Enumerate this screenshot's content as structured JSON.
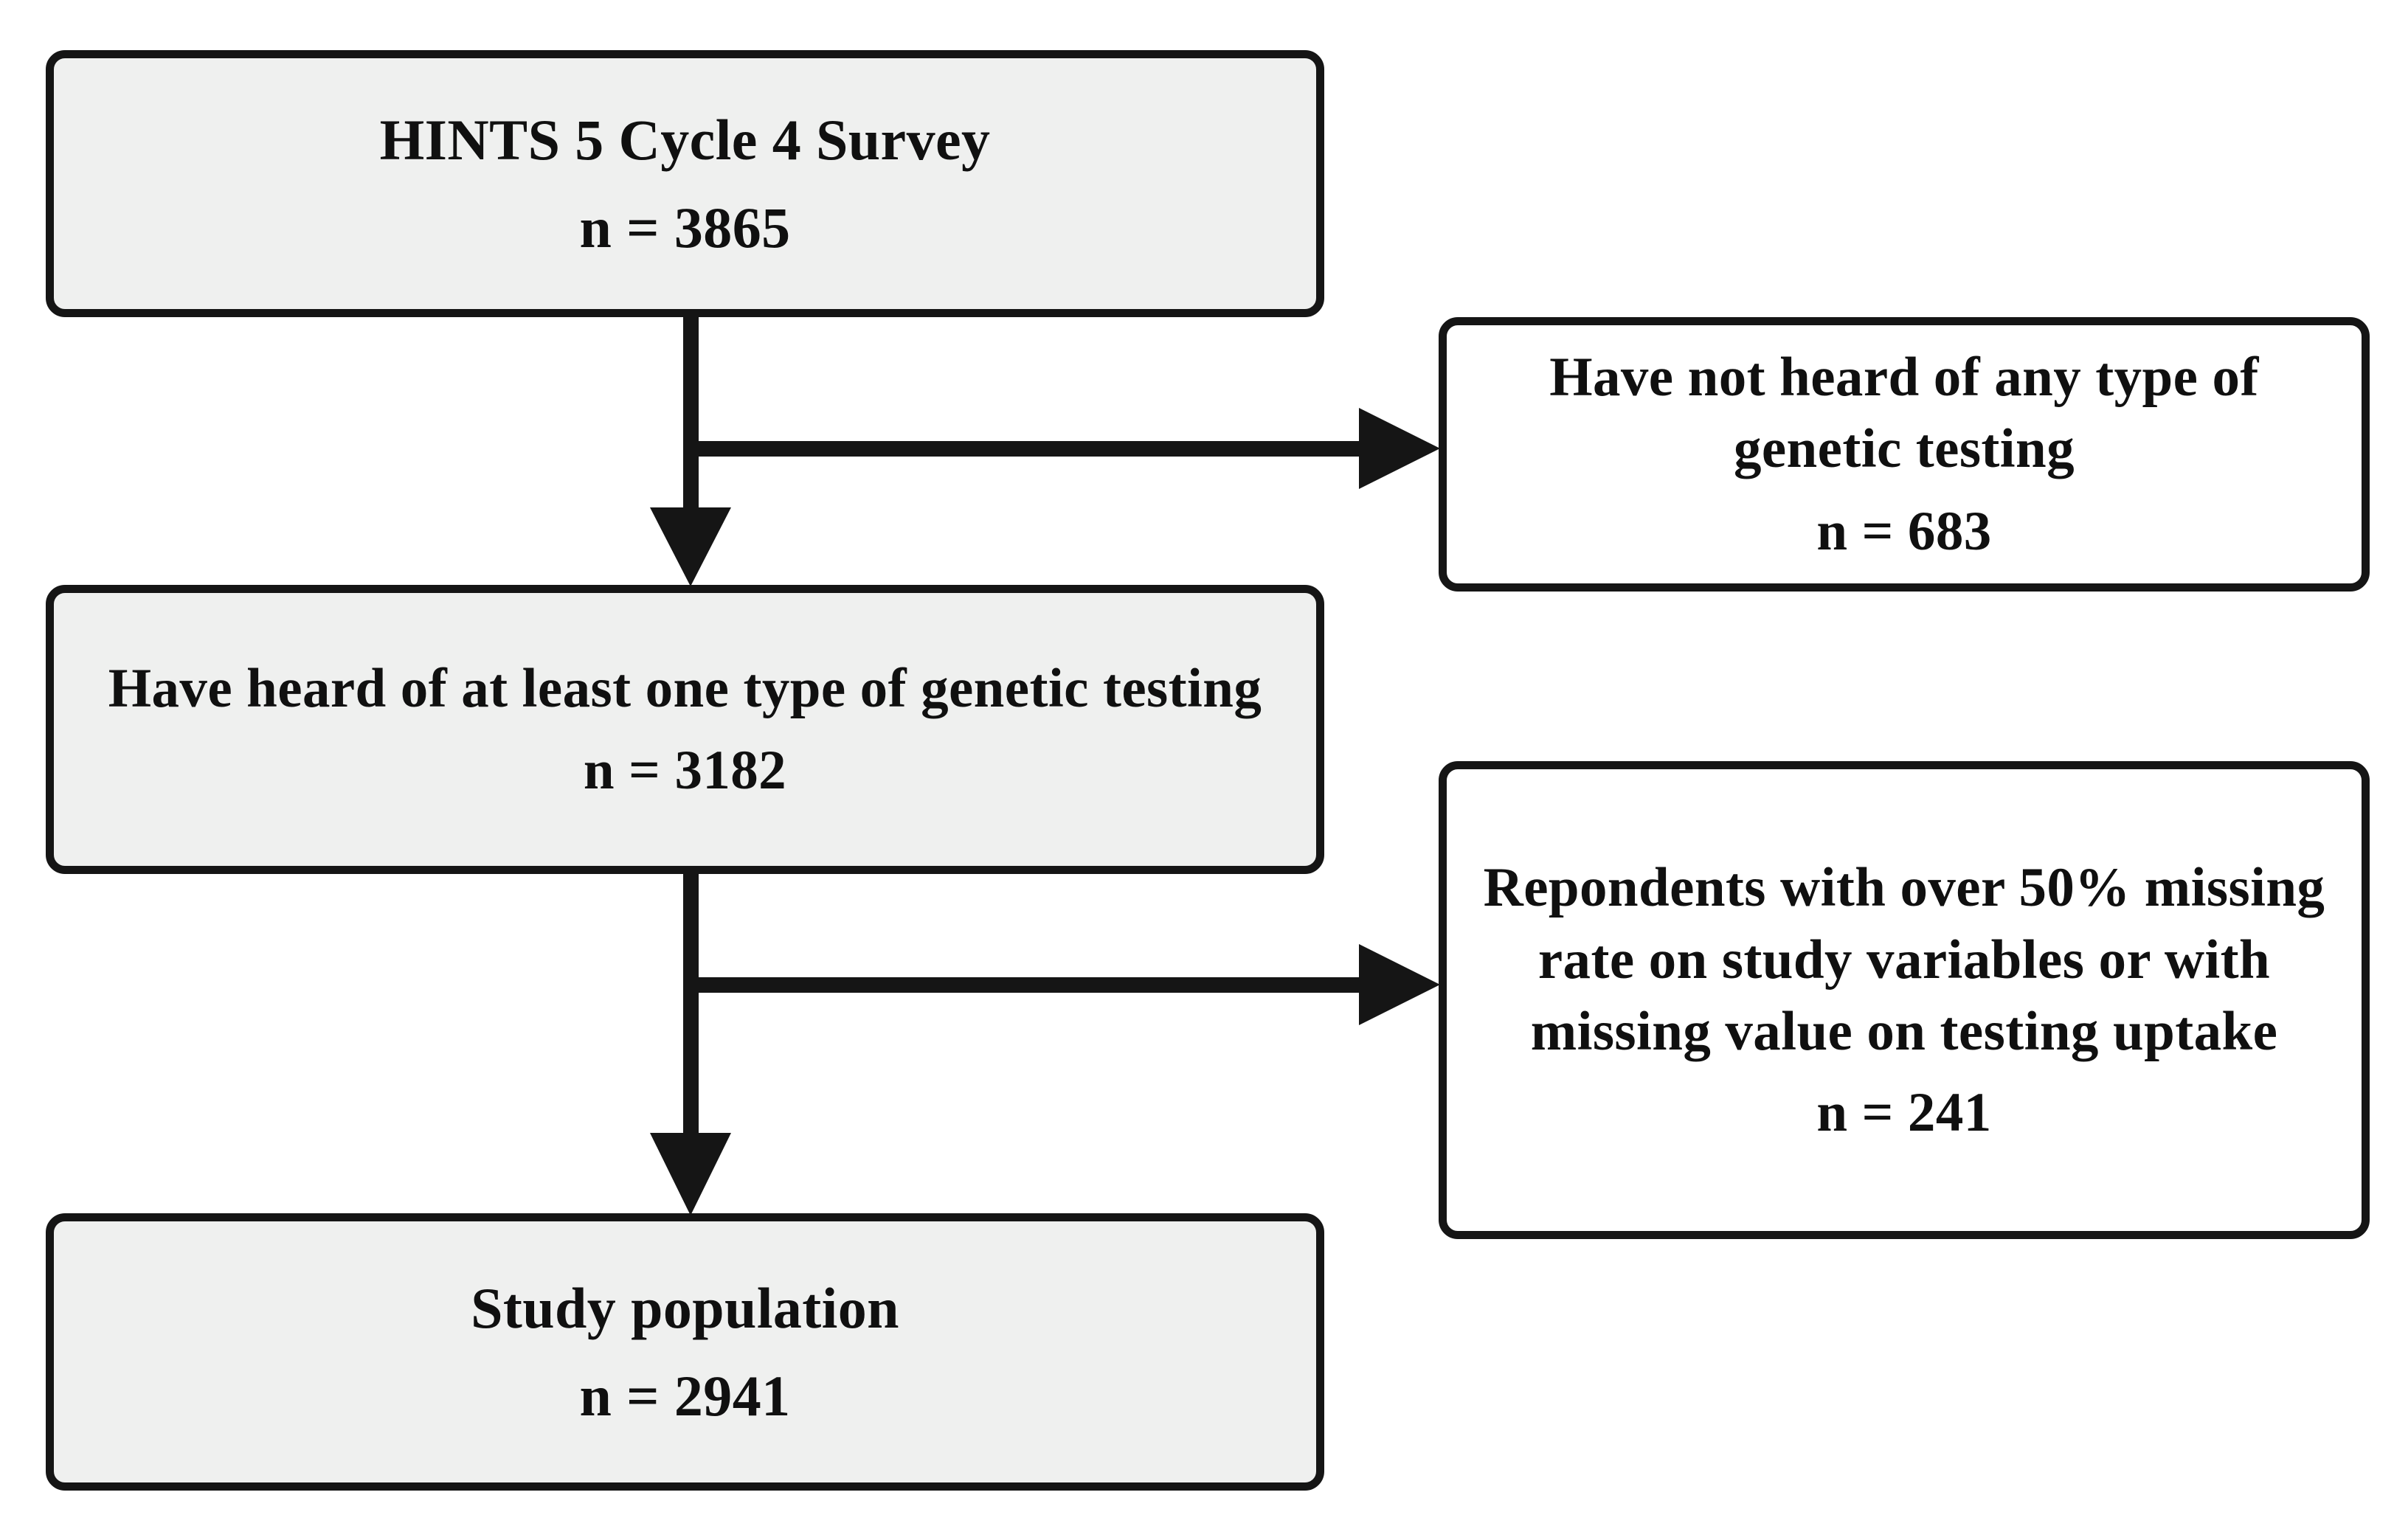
{
  "diagram": {
    "type": "study-participant-flow-chart",
    "accent_line_color": "#151515",
    "box_fill_shaded": "#eff0ef",
    "box_fill_plain": "#ffffff",
    "nodes": [
      {
        "id": "survey",
        "title": "HINTS 5 Cycle 4 Survey",
        "count": "n = 3865",
        "fill": "shaded",
        "column": "left"
      },
      {
        "id": "not-heard",
        "title": "Have not heard of any type of genetic testing",
        "count": "n = 683",
        "fill": "plain",
        "column": "right"
      },
      {
        "id": "heard",
        "title": "Have heard of at least one type of genetic testing",
        "count": "n = 3182",
        "fill": "shaded",
        "column": "left"
      },
      {
        "id": "excluded",
        "title": "Repondents with over 50% missing rate on study variables or with missing value on testing uptake",
        "count": "n = 241",
        "fill": "plain",
        "column": "right"
      },
      {
        "id": "study-pop",
        "title": "Study population",
        "count": "n = 2941",
        "fill": "shaded",
        "column": "left"
      }
    ],
    "connectors": [
      {
        "id": "survey-to-not-heard",
        "from": "survey",
        "to": "not-heard",
        "direction": "right"
      },
      {
        "id": "survey-to-heard",
        "from": "survey",
        "to": "heard",
        "direction": "down"
      },
      {
        "id": "heard-to-excluded",
        "from": "heard",
        "to": "excluded",
        "direction": "right"
      },
      {
        "id": "heard-to-study-pop",
        "from": "heard",
        "to": "study-pop",
        "direction": "down"
      }
    ]
  }
}
